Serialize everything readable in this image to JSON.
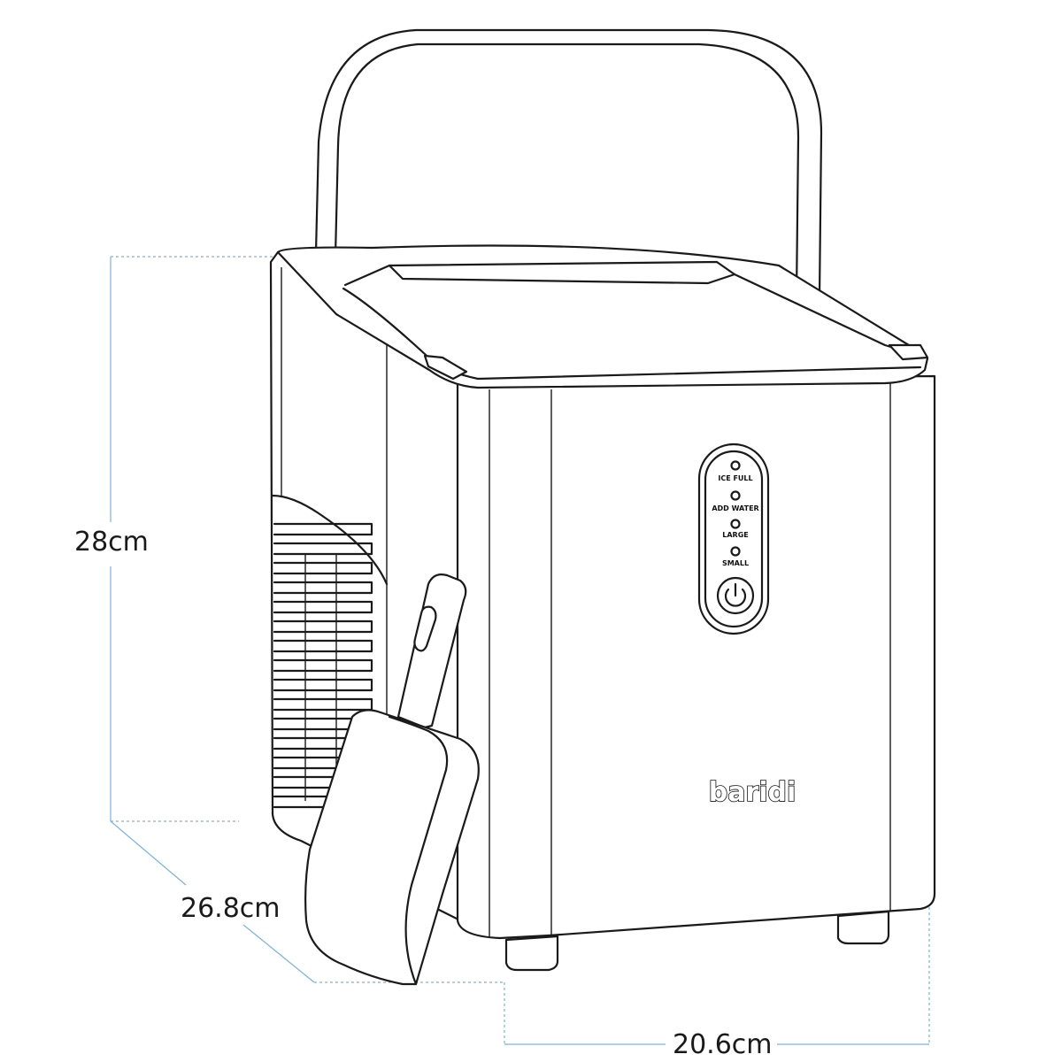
{
  "dimensions": {
    "height": "28cm",
    "depth": "26.8cm",
    "width": "20.6cm"
  },
  "control_panel": {
    "indicators": [
      "ICE FULL",
      "ADD WATER",
      "LARGE",
      "SMALL"
    ],
    "power_icon": "power-icon"
  },
  "brand": "baridi"
}
